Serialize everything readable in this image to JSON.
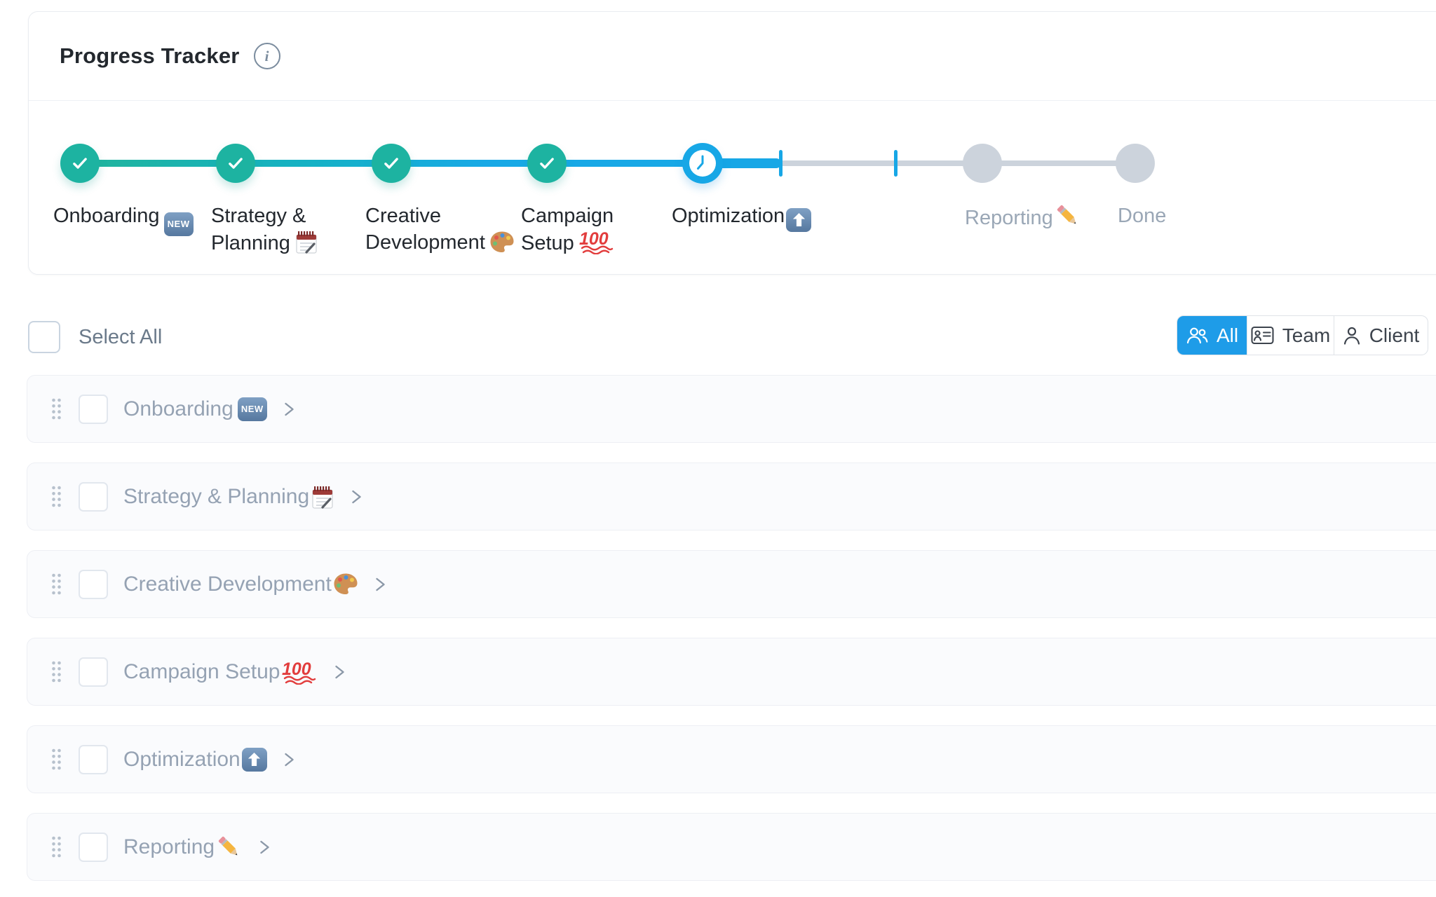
{
  "card": {
    "title": "Progress Tracker",
    "info_icon": "info-icon"
  },
  "stepper": {
    "steps": [
      {
        "label_line1": "Onboarding",
        "label_line2": "",
        "emoji": "new-button",
        "icon": "check-icon",
        "status": "completed"
      },
      {
        "label_line1": "Strategy &",
        "label_line2": "Planning",
        "emoji": "spiral-notepad",
        "icon": "check-icon",
        "status": "completed"
      },
      {
        "label_line1": "Creative",
        "label_line2": "Development",
        "emoji": "artist-palette",
        "icon": "check-icon",
        "status": "completed"
      },
      {
        "label_line1": "Campaign",
        "label_line2": "Setup",
        "emoji": "hundred-points",
        "icon": "check-icon",
        "status": "completed"
      },
      {
        "label_line1": "Optimization",
        "label_line2": "",
        "emoji": "up-arrow",
        "icon": "clock-icon",
        "status": "current"
      },
      {
        "label_line1": "Reporting",
        "label_line2": "",
        "emoji": "pencil",
        "icon": "",
        "status": "pending"
      },
      {
        "label_line1": "Done",
        "label_line2": "",
        "emoji": "",
        "icon": "",
        "status": "pending"
      }
    ],
    "substep_tick_count": 2
  },
  "toolbar": {
    "select_all_label": "Select All",
    "filters": [
      {
        "label": "All",
        "icon": "people-icon",
        "active": true
      },
      {
        "label": "Team",
        "icon": "id-card-icon",
        "active": false
      },
      {
        "label": "Client",
        "icon": "person-icon",
        "active": false
      }
    ]
  },
  "rows": [
    {
      "label": "Onboarding",
      "emoji": "new-button"
    },
    {
      "label": "Strategy & Planning",
      "emoji": "spiral-notepad"
    },
    {
      "label": "Creative Development",
      "emoji": "artist-palette"
    },
    {
      "label": "Campaign Setup",
      "emoji": "hundred-points"
    },
    {
      "label": "Optimization",
      "emoji": "up-arrow"
    },
    {
      "label": "Reporting",
      "emoji": "pencil"
    }
  ],
  "colors": {
    "completed_teal": "#1db3a1",
    "progress_blue": "#17a7e6",
    "active_filter_blue": "#1e9ce8",
    "pending_gray": "#ccd3dc",
    "step_label_dark": "#23282e",
    "step_label_pending": "#9aa7b6",
    "row_label_gray": "#95a2b3"
  }
}
